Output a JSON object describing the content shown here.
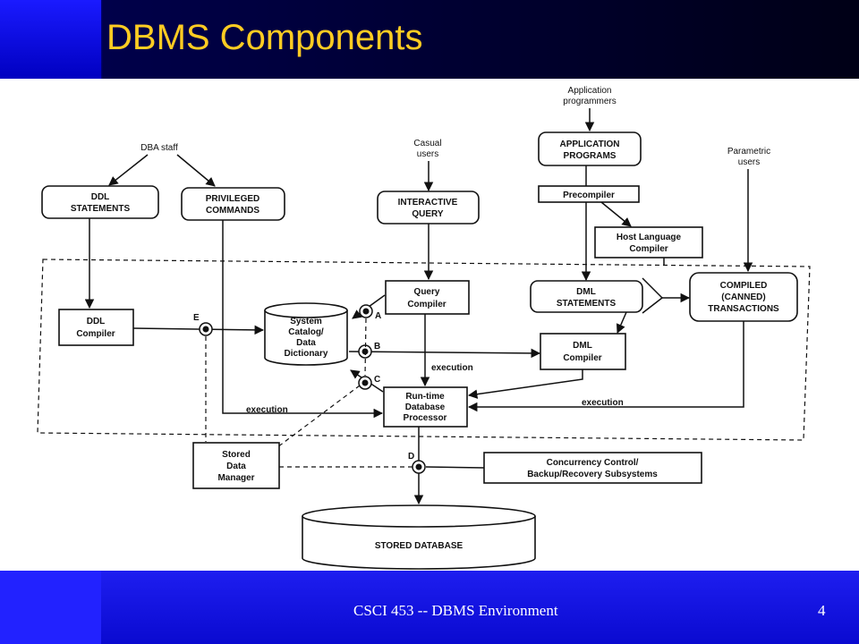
{
  "slide": {
    "title": "DBMS Components",
    "footer": "CSCI 453 -- DBMS Environment",
    "page_number": "4"
  },
  "diagram": {
    "users": {
      "dba_staff": "DBA staff",
      "casual_users": [
        "Casual",
        "users"
      ],
      "application_programmers": [
        "Application",
        "programmers"
      ],
      "parametric_users": [
        "Parametric",
        "users"
      ]
    },
    "boxes": {
      "ddl_statements": [
        "DDL",
        "STATEMENTS"
      ],
      "privileged_commands": [
        "PRIVILEGED",
        "COMMANDS"
      ],
      "interactive_query": [
        "INTERACTIVE",
        "QUERY"
      ],
      "application_programs": [
        "APPLICATION",
        "PROGRAMS"
      ],
      "precompiler": "Precompiler",
      "host_language_compiler": [
        "Host Language",
        "Compiler"
      ],
      "ddl_compiler": [
        "DDL",
        "Compiler"
      ],
      "system_catalog": [
        "System",
        "Catalog/",
        "Data",
        "Dictionary"
      ],
      "query_compiler": [
        "Query",
        "Compiler"
      ],
      "dml_statements": [
        "DML",
        "STATEMENTS"
      ],
      "compiled_transactions": [
        "COMPILED",
        "(CANNED)",
        "TRANSACTIONS"
      ],
      "dml_compiler": [
        "DML",
        "Compiler"
      ],
      "runtime_processor": [
        "Run-time",
        "Database",
        "Processor"
      ],
      "stored_data_manager": [
        "Stored",
        "Data",
        "Manager"
      ],
      "concurrency_control": [
        "Concurrency Control/",
        "Backup/Recovery Subsystems"
      ],
      "stored_database": "STORED DATABASE"
    },
    "edge_labels": {
      "execution_query": "execution",
      "execution_privileged": "execution",
      "execution_parametric": "execution"
    },
    "node_letters": {
      "a": "A",
      "b": "B",
      "c": "C",
      "d": "D",
      "e": "E"
    }
  }
}
